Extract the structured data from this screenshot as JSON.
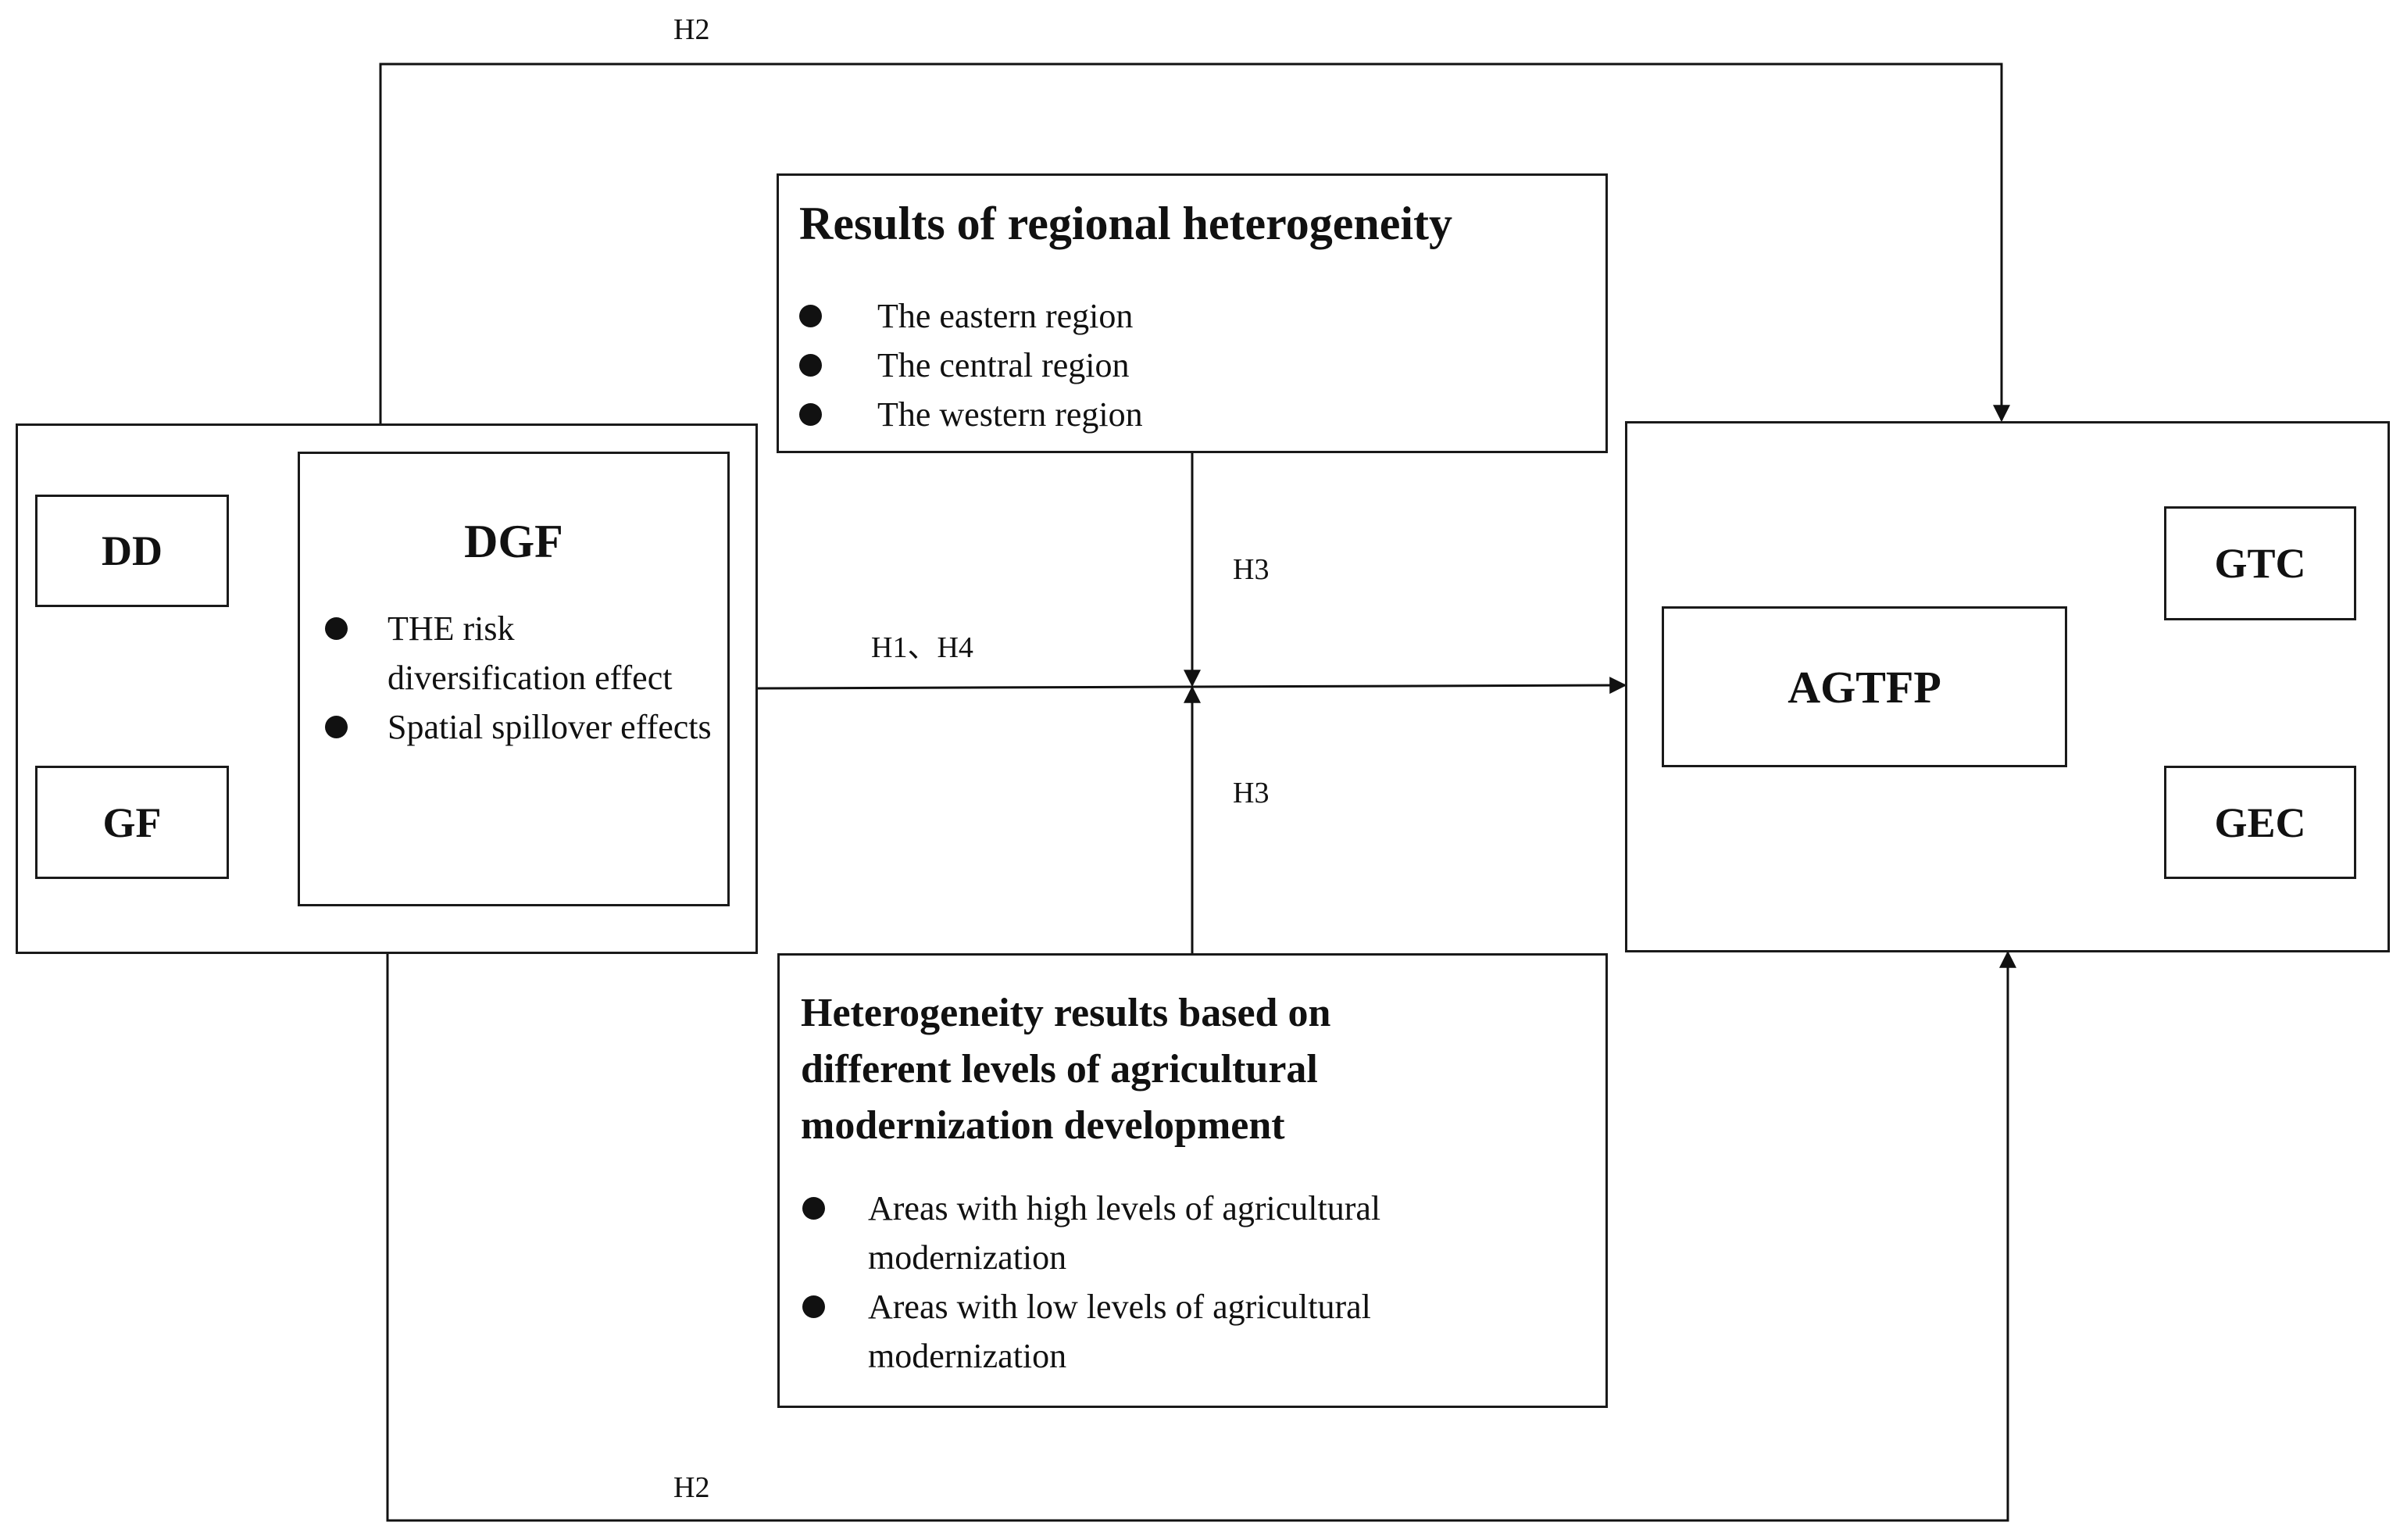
{
  "hypotheses": {
    "h2_top": "H2",
    "h2_bottom": "H2",
    "h3_top": "H3",
    "h3_bottom": "H3",
    "h1_h4": "H1、H4"
  },
  "left_group": {
    "dd": "DD",
    "gf": "GF",
    "dgf": {
      "title": "DGF",
      "bullets": [
        "THE risk diversification effect",
        "Spatial spillover effects"
      ]
    }
  },
  "regional_box": {
    "title": "Results of regional heterogeneity",
    "bullets": [
      "The eastern region",
      "The central region",
      "The western region"
    ]
  },
  "modernization_box": {
    "title": "Heterogeneity results based on different levels of agricultural modernization development",
    "bullets": [
      "Areas with high levels of agricultural modernization",
      "Areas with low levels of agricultural modernization"
    ]
  },
  "right_group": {
    "agtfp": "AGTFP",
    "gtc": "GTC",
    "gec": "GEC"
  }
}
